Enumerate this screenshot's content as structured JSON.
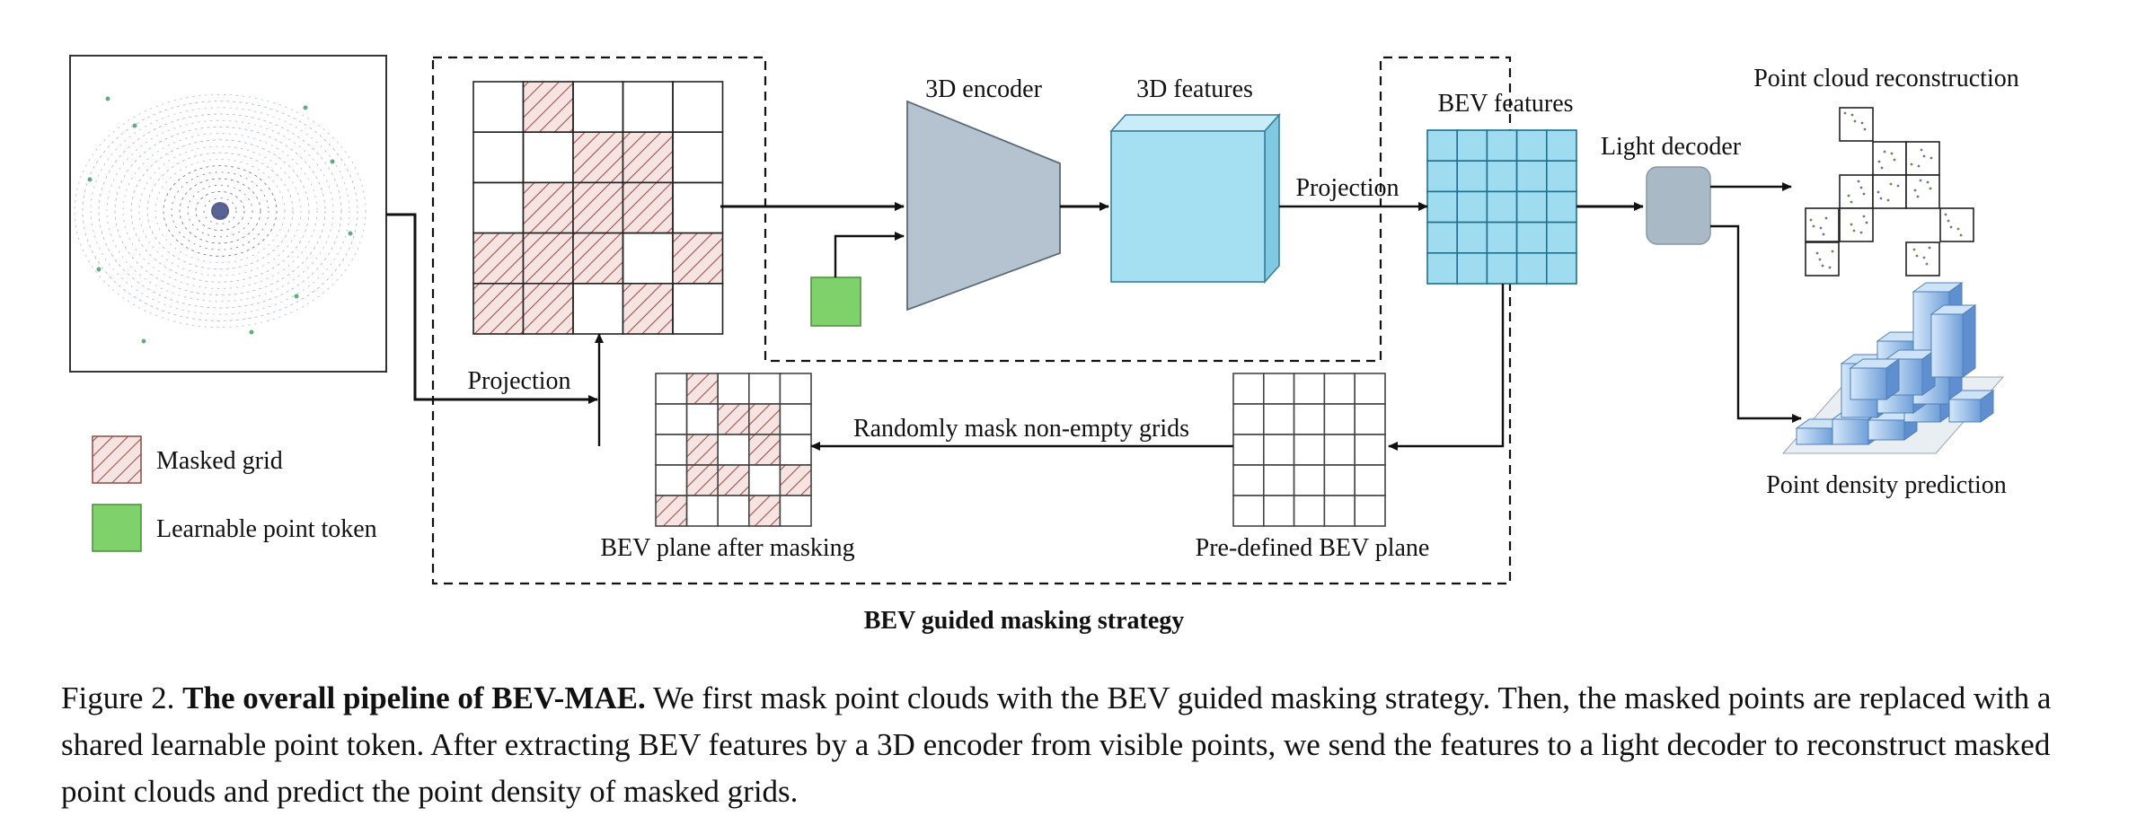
{
  "diagram": {
    "labels": {
      "encoder": "3D encoder",
      "features3d": "3D features",
      "bev_features": "BEV features",
      "projection_top": "Projection",
      "projection_bottom": "Projection",
      "light_decoder": "Light decoder",
      "pc_reconstruction": "Point cloud reconstruction",
      "density_prediction": "Point density prediction",
      "random_mask": "Randomly mask non-empty grids",
      "bev_after_masking": "BEV plane after masking",
      "predefined_bev": "Pre-defined BEV plane",
      "strategy_title": "BEV guided masking strategy"
    },
    "legend": [
      {
        "label": "Masked grid",
        "icon": "hatched-square-icon"
      },
      {
        "label": "Learnable point token",
        "icon": "green-square-icon"
      }
    ],
    "colors": {
      "masked_hatch": "#a0524d",
      "masked_fill": "#f6e4e2",
      "token_green": "#7fd16b",
      "encoder_gray": "#b4c3cf",
      "feature_cyan": "#a4dff2",
      "bev_cyan": "#9fdcf0",
      "decoder_gray": "#a9b9c6",
      "density_blue": "#8db7e6"
    }
  },
  "caption": {
    "figure_label": "Figure 2.",
    "bold_title": "The overall pipeline of BEV-MAE.",
    "text": "We first mask point clouds with the BEV guided masking strategy. Then, the masked points are replaced with a shared learnable point token. After extracting BEV features by a 3D encoder from visible points, we send the features to a light decoder to reconstruct masked point clouds and predict the point density of masked grids."
  }
}
